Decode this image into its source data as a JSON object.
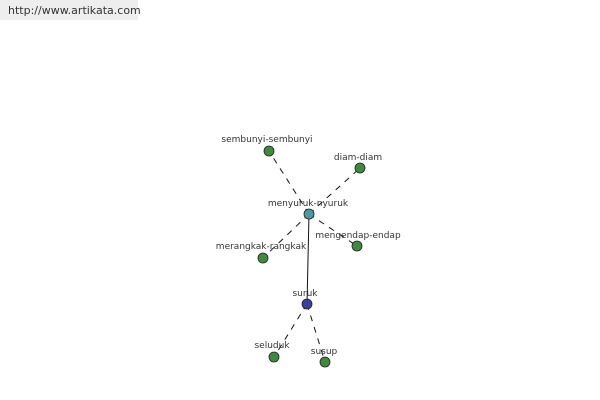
{
  "header": {
    "url": "http://www.artikata.com"
  },
  "diagram": {
    "colors": {
      "hub_primary": "#3a3fa0",
      "hub_secondary": "#4a9aa0",
      "leaf": "#3f8a3f",
      "edge": "#111111"
    },
    "nodes": [
      {
        "id": "suruk",
        "label": "suruk",
        "kind": "hub_primary"
      },
      {
        "id": "menyuruk",
        "label": "menyuruk-nyuruk",
        "kind": "hub_secondary"
      },
      {
        "id": "sembunyi",
        "label": "sembunyi-sembunyi",
        "kind": "leaf"
      },
      {
        "id": "diam",
        "label": "diam-diam",
        "kind": "leaf"
      },
      {
        "id": "mengendap",
        "label": "mengendap-endap",
        "kind": "leaf"
      },
      {
        "id": "merangkak",
        "label": "merangkak-rangkak",
        "kind": "leaf"
      },
      {
        "id": "seluduk",
        "label": "seluduk",
        "kind": "leaf"
      },
      {
        "id": "susup",
        "label": "susup",
        "kind": "leaf"
      }
    ],
    "edges": [
      {
        "from": "suruk",
        "to": "menyuruk",
        "style": "solid"
      },
      {
        "from": "menyuruk",
        "to": "sembunyi",
        "style": "dashed"
      },
      {
        "from": "menyuruk",
        "to": "diam",
        "style": "dashed"
      },
      {
        "from": "menyuruk",
        "to": "mengendap",
        "style": "dashed"
      },
      {
        "from": "menyuruk",
        "to": "merangkak",
        "style": "dashed"
      },
      {
        "from": "suruk",
        "to": "seluduk",
        "style": "dashed"
      },
      {
        "from": "suruk",
        "to": "susup",
        "style": "dashed"
      }
    ]
  }
}
